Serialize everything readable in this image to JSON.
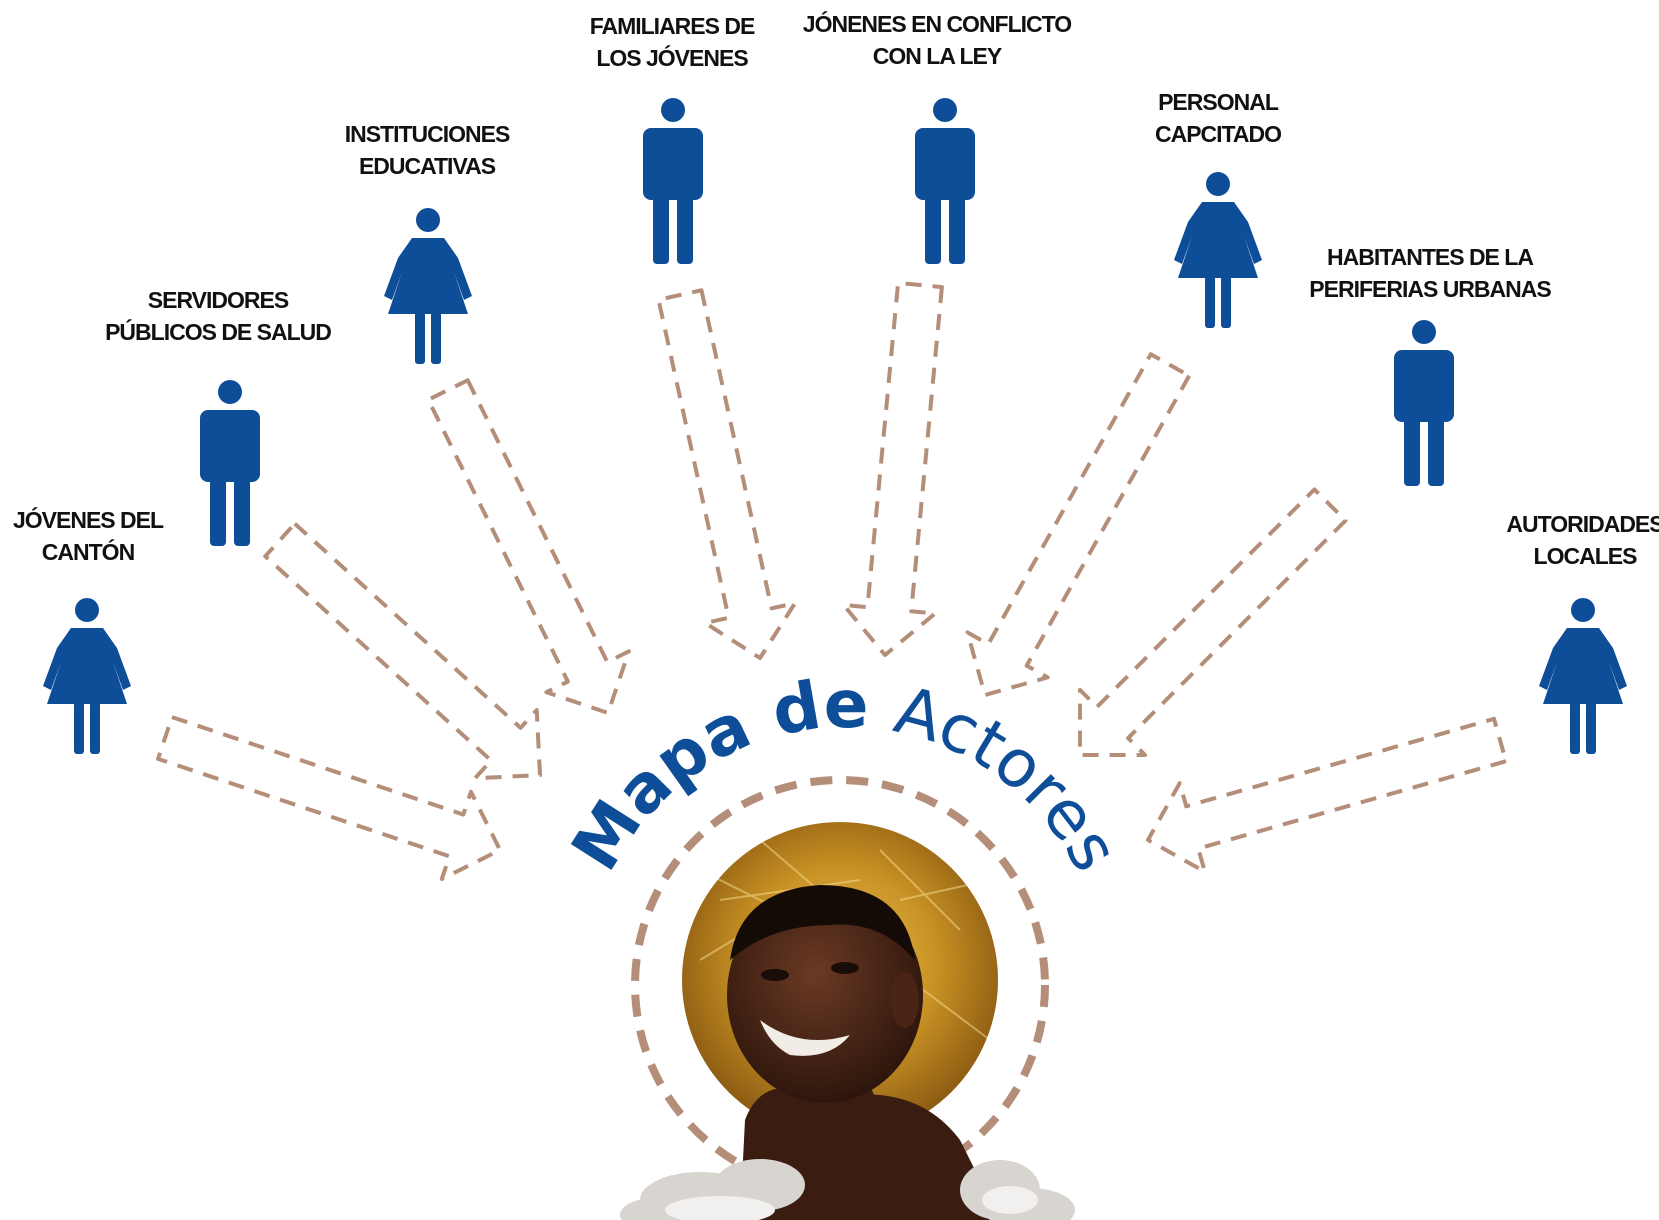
{
  "colors": {
    "figure": "#0e4e99",
    "arrow": "#b48e78",
    "title": "#0e4e99",
    "label": "#111111",
    "halo": "#cf9a2a"
  },
  "title": {
    "part1": "Mapa de",
    "part2": "Actores"
  },
  "actors": [
    {
      "id": "jovenes-canton",
      "gender": "female",
      "lines": [
        "JÓVENES DEL",
        "CANTÓN"
      ]
    },
    {
      "id": "servidores-salud",
      "gender": "male",
      "lines": [
        "SERVIDORES",
        "PÚBLICOS DE SALUD"
      ]
    },
    {
      "id": "instituciones-educativas",
      "gender": "female",
      "lines": [
        "INSTITUCIONES",
        "EDUCATIVAS"
      ]
    },
    {
      "id": "familiares-jovenes",
      "gender": "male",
      "lines": [
        "FAMILIARES DE",
        "LOS JÓVENES"
      ]
    },
    {
      "id": "jovenes-conflicto",
      "gender": "male",
      "lines": [
        "JÓNENES EN CONFLICTO",
        "CON LA LEY"
      ]
    },
    {
      "id": "personal-capacitado",
      "gender": "female",
      "lines": [
        "PERSONAL",
        "CAPCITADO"
      ]
    },
    {
      "id": "habitantes-periferias",
      "gender": "male",
      "lines": [
        "HABITANTES DE LA",
        "PERIFERIAS URBANAS"
      ]
    },
    {
      "id": "autoridades-locales",
      "gender": "female",
      "lines": [
        "AUTORIDADES",
        "LOCALES"
      ]
    }
  ],
  "center_image": "smiling-boy-photo"
}
